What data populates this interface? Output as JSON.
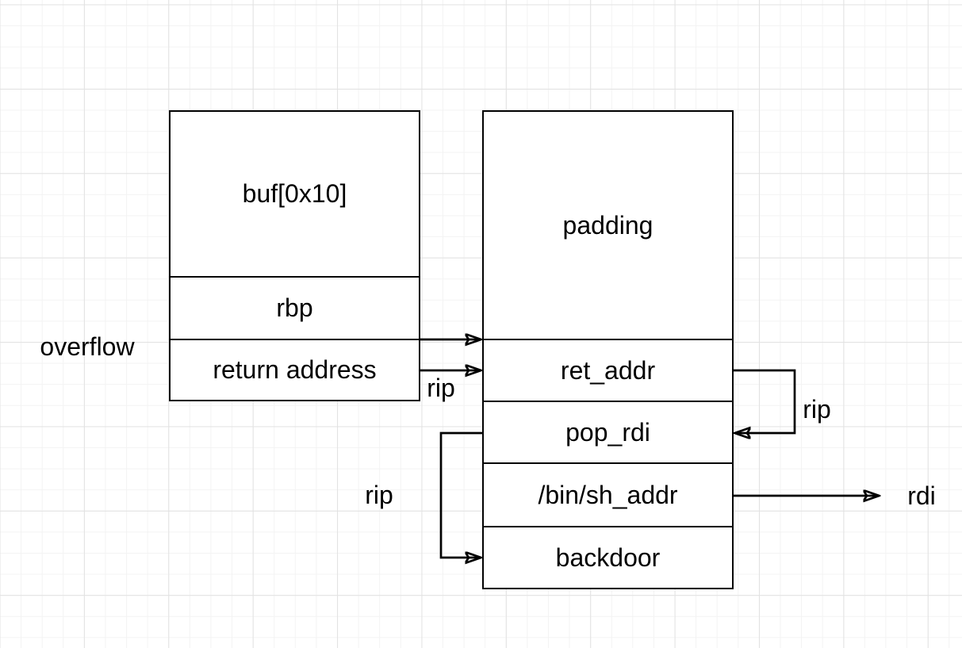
{
  "diagram": {
    "left_stack": {
      "cells": [
        {
          "label": "buf[0x10]"
        },
        {
          "label": "rbp"
        },
        {
          "label": "return address"
        }
      ]
    },
    "right_stack": {
      "cells": [
        {
          "label": "padding"
        },
        {
          "label": "ret_addr"
        },
        {
          "label": "pop_rdi"
        },
        {
          "label": "/bin/sh_addr"
        },
        {
          "label": "backdoor"
        }
      ]
    },
    "labels": {
      "overflow": "overflow",
      "rip_into_ret_addr": "rip",
      "rip_ret_addr_to_pop_rdi": "rip",
      "rip_pop_rdi_to_backdoor": "rip",
      "rdi": "rdi"
    },
    "colors": {
      "stroke": "#000000",
      "box_fill": "#ffffff",
      "background": "#ffffff",
      "grid_minor": "#f3f3f3",
      "grid_major": "#e2e2e2",
      "text": "#000000"
    }
  }
}
